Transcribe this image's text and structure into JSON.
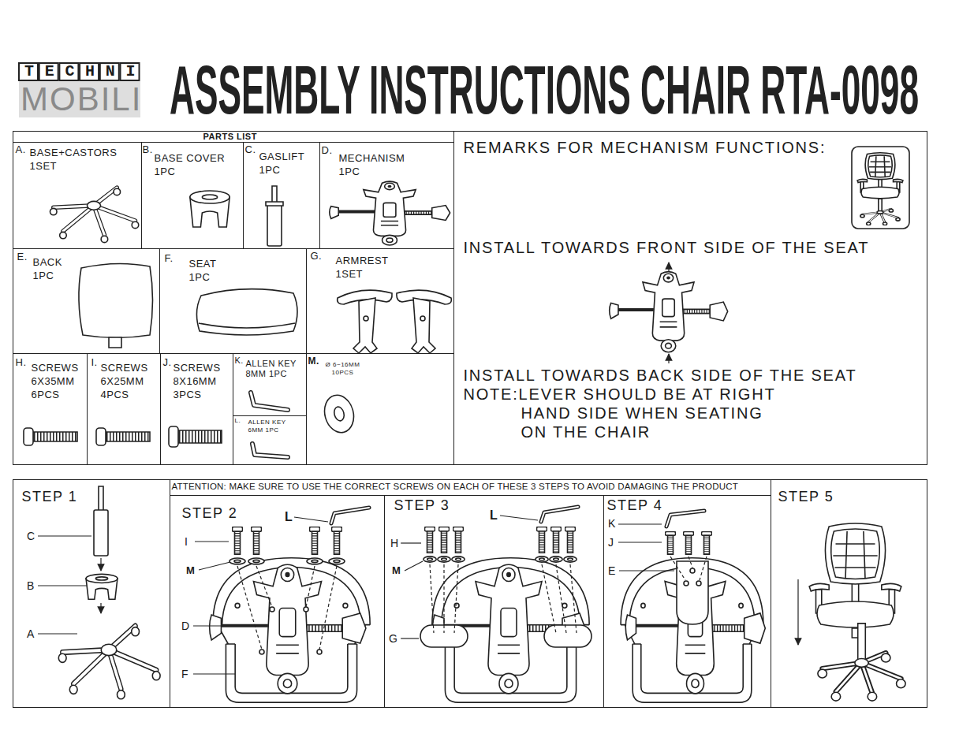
{
  "diagram": {
    "title": "ASSEMBLY INSTRUCTIONS CHAIR RTA-0098",
    "nodes": [
      {
        "text": [
          "PARTS LIST"
        ]
      },
      {
        "text": [
          "A.",
          "BASE+CASTORS 1SET"
        ],
        "in": 0
      },
      {
        "text": [
          "B.",
          "BASE COVER 1PC"
        ],
        "in": 0
      },
      {
        "text": [
          "C.",
          "GASLIFT 1PC"
        ],
        "in": 0
      },
      {
        "text": [
          "D.",
          "MECHANISM 1PC"
        ],
        "in": 0
      },
      {
        "text": [
          "E.",
          "BACK 1PC"
        ],
        "in": 0
      },
      {
        "text": [
          "F.",
          "SEAT 1PC"
        ],
        "in": 0
      },
      {
        "text": [
          "G.",
          "ARMREST 1SET"
        ],
        "in": 0
      },
      {
        "text": [
          "H.",
          "SCREWS 6X35MM 6PCS"
        ],
        "in": 0
      },
      {
        "text": [
          "I.",
          "SCREWS 6X25MM 4PCS"
        ],
        "in": 0
      },
      {
        "text": [
          "J.",
          "SCREWS 8X16MM 3PCS"
        ],
        "in": 0
      },
      {
        "text": [
          "K.",
          "ALLEN KEY 8MM 1PC"
        ],
        "in": 0
      },
      {
        "text": [
          "L.",
          "ALLEN KEY 6MM 1PC"
        ],
        "in": 0
      },
      {
        "text": [
          "M.",
          "Ø 6~16MM 10PCS"
        ],
        "in": 0
      },
      {
        "text": [
          "REMARKS FOR MECHANISM FUNCTIONS:",
          "INSTALL TOWARDS FRONT SIDE OF THE SEAT",
          "INSTALL TOWARDS BACK SIDE OF THE SEAT",
          "NOTE:LEVER SHOULD BE AT RIGHT HAND SIDE WHEN SEATING ON THE CHAIR"
        ]
      },
      {
        "text": [
          "STEP 1"
        ]
      },
      {
        "text": [
          "ATTENTION: MAKE SURE TO USE THE CORRECT SCREWS ON EACH OF THESE 3 STEPS TO AVOID DAMAGING THE PRODUCT"
        ]
      },
      {
        "text": [
          "STEP 2"
        ],
        "in": 16
      },
      {
        "text": [
          "STEP 3"
        ],
        "in": 16
      },
      {
        "text": [
          "STEP 4"
        ],
        "in": 16
      },
      {
        "text": [
          "STEP 5"
        ]
      }
    ],
    "labels": [
      "TECHNI",
      "MOBILI",
      "C",
      "B",
      "A",
      "L",
      "I",
      "M",
      "D",
      "F",
      "L",
      "H",
      "M",
      "G",
      "K",
      "J",
      "E"
    ]
  }
}
